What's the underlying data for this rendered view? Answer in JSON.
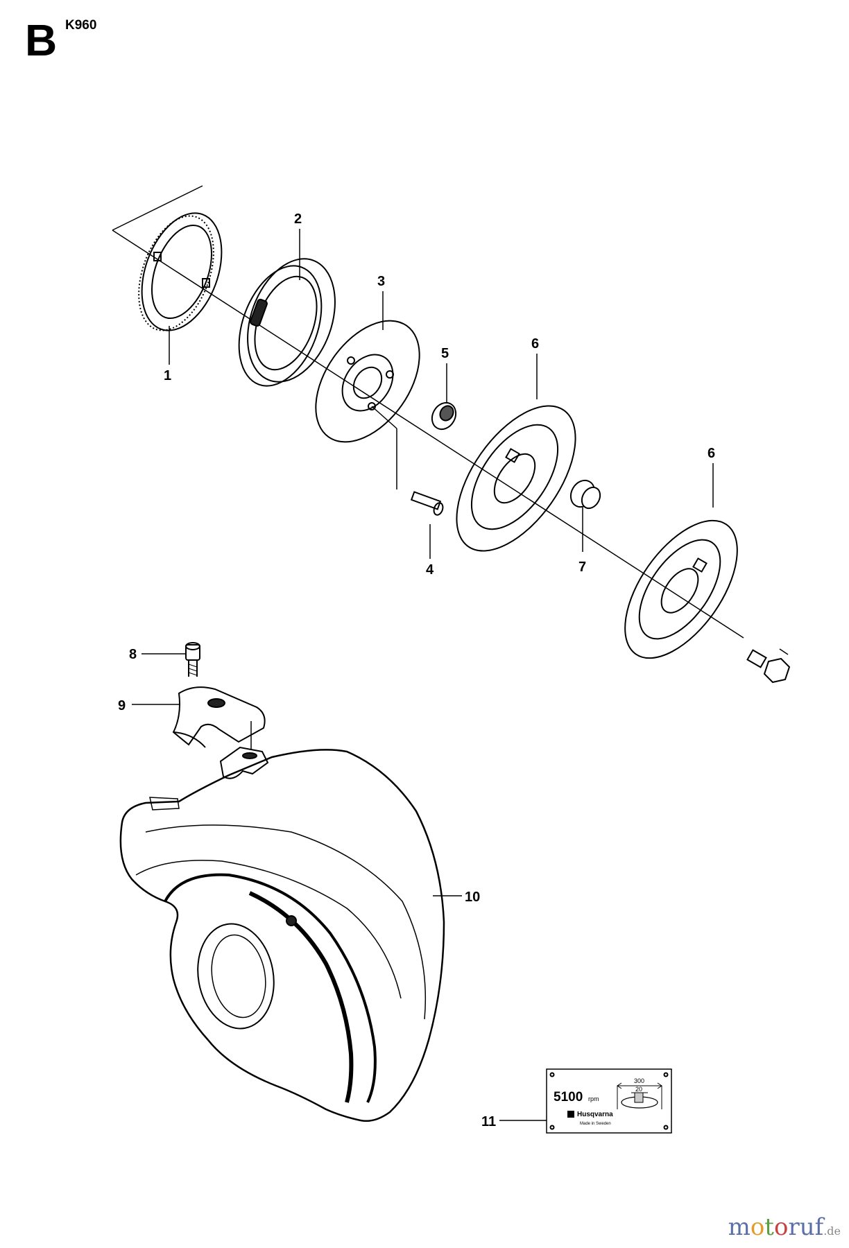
{
  "header": {
    "sheet_letter": "B",
    "model": "K960"
  },
  "callouts": [
    "1",
    "2",
    "3",
    "4",
    "5",
    "6",
    "6",
    "7",
    "8",
    "9",
    "10",
    "11"
  ],
  "decal": {
    "rpm_value": "5100",
    "rpm_unit": "rpm",
    "dim_outer": "300",
    "dim_inner": "20",
    "brand": "Husqvarna",
    "origin": "Made in Sweden"
  },
  "watermark": {
    "parts": [
      "m",
      "o",
      "t",
      "o",
      "r"
    ],
    "suffix": "uf",
    "tld": ".de"
  }
}
